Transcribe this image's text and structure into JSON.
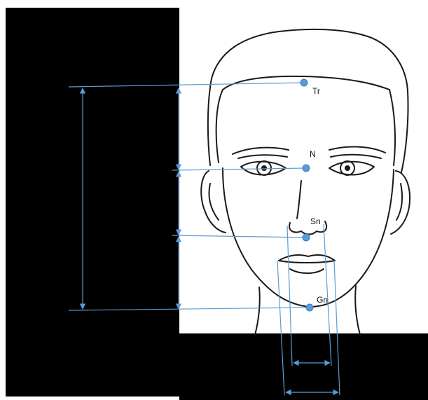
{
  "diagram": {
    "landmarks": [
      {
        "id": "tr",
        "label": "Tr"
      },
      {
        "id": "n",
        "label": "N"
      },
      {
        "id": "sn",
        "label": "Sn"
      },
      {
        "id": "gn",
        "label": "Gn"
      }
    ],
    "colors": {
      "accent": "#5b9bd5",
      "point": "#5b9bd5",
      "background_dark": "#000000",
      "paper": "#ffffff",
      "sketch": "#1a1a1a"
    }
  }
}
